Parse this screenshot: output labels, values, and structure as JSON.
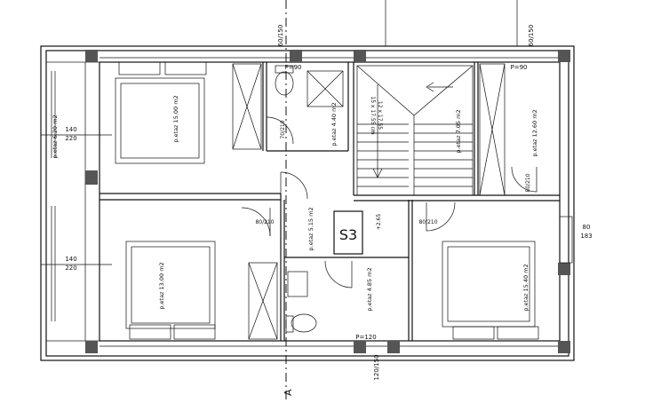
{
  "plan": {
    "floor_label": "S3",
    "section_marker": "A",
    "rooms": [
      {
        "id": "bed1",
        "area": "p.etaz 15.00 m2",
        "rot": -90
      },
      {
        "id": "bath1",
        "area": "p.etaz 4.40 m2",
        "rot": -90
      },
      {
        "id": "stair",
        "area": "p.etaz 7.05 m2",
        "rot": -90
      },
      {
        "id": "bed2",
        "area": "p.etaz 12.60 m2",
        "rot": -90
      },
      {
        "id": "hall",
        "area": "p.etaz 5.15 m2",
        "rot": -90
      },
      {
        "id": "bath2",
        "area": "p.etaz 4.85 m2",
        "rot": -90
      },
      {
        "id": "bed3",
        "area": "p.etaz 13.00 m2",
        "rot": -90
      },
      {
        "id": "bed4",
        "area": "p.etaz 15.40 m2",
        "rot": -90
      },
      {
        "id": "terrace",
        "area": "p.etaz 6.20 m2",
        "rot": -90
      }
    ],
    "dimensions": {
      "window_left_top": "140",
      "window_left_top_b": "220",
      "window_left_bottom": "140",
      "window_left_bottom_b": "220",
      "window_top_left": "60/150",
      "window_top_right": "60/150",
      "window_right": "80",
      "window_right_b": "183",
      "window_bottom": "120/150",
      "sill_top_left": "P=90",
      "sill_top_right": "P=90",
      "sill_bottom": "P=120",
      "door_bath": "70/210",
      "door_bed1": "80/210",
      "door_bed2": "80/210",
      "door_bed3": "80/210",
      "stairs": "15 x 17.55 cm",
      "stairs_b": "12 x 17.55",
      "level": "+2.65"
    }
  }
}
